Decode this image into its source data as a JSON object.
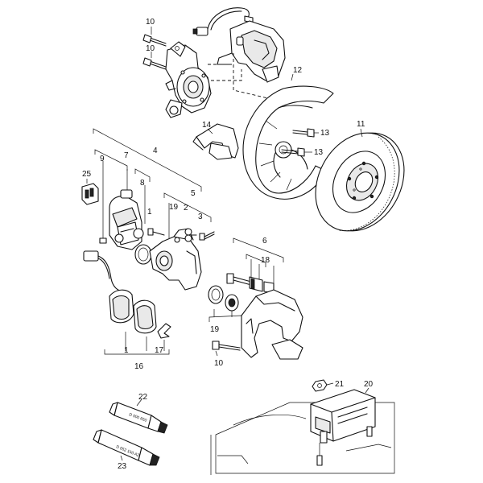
{
  "labels": {
    "l1a": "1",
    "l1b": "1",
    "l2": "2",
    "l3": "3",
    "l4": "4",
    "l5": "5",
    "l6": "6",
    "l7": "7",
    "l8": "8",
    "l9": "9",
    "l10a": "10",
    "l10b": "10",
    "l10c": "10",
    "l11": "11",
    "l12": "12",
    "l13a": "13",
    "l13b": "13",
    "l14": "14",
    "l16": "16",
    "l17": "17",
    "l18": "18",
    "l19a": "19",
    "l19b": "19",
    "l20": "20",
    "l21": "21",
    "l22": "22",
    "l23": "23",
    "l25": "25"
  },
  "tube_text": {
    "t22": "D 000 650",
    "t23": "D 052 150 A2"
  }
}
